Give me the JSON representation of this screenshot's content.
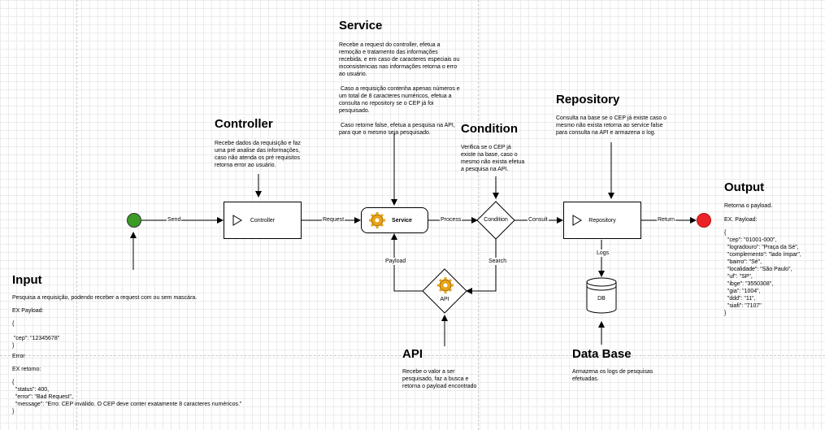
{
  "sections": {
    "service": {
      "title": "Service",
      "description": "Recebe a request do controller, efetua a remoção e tratamento das informações recebida, e em caso de caracteres especiais ou inconsistencias nas informações retorna o erro ao usuário.\n\n Caso a requisição contenha apenas números e um total de 8 caracteres numéricos, efetua a consulta no repository se o CEP já foi pesquisado.\n\n Caso retorne false, efetua a pesquisa na API, para que o mesmo seja pesquisado."
    },
    "controller": {
      "title": "Controller",
      "description": "Recebe dados da requisição e faz uma pré analise das informações, caso não atenda os pré requisitos retorna error ao usuário."
    },
    "condition": {
      "title": "Condition",
      "description": "Verifica se o CEP já existe na base, caso o mesmo não exista efetua a pesquisa na API."
    },
    "repository": {
      "title": "Repository",
      "description": "Consulta na base se o CEP já existe caso o mesmo não exista retorna ao service false para consulta na API e armazena o log."
    },
    "output": {
      "title": "Output",
      "description": "Retorna o payload.",
      "example_label": "EX. Payload:",
      "payload": "{\n  \"cep\": \"01001-000\",\n  \"logradouro\": \"Praça da Sé\",\n  \"complemento\": \"lado ímpar\",\n  \"bairro\": \"Sé\",\n  \"localidade\": \"São Paulo\",\n  \"uf\": \"SP\",\n  \"ibge\": \"3550308\",\n  \"gia\": \"1004\",\n  \"ddd\": \"11\",\n  \"siafi\": \"7107\"\n}"
    },
    "input": {
      "title": "Input",
      "description": "Pesquisa a requisição, podendo receber a request com ou sem mascára.",
      "example_label": "EX Payload:",
      "payload": "{\n\n \"cep\": \"12345678\"\n}",
      "error_label": "Error",
      "return_label": "EX retorno:",
      "error_payload": "{\n  \"status\": 400,\n  \"error\": \"Bad Request\",\n  \"message\": \"Erro: CEP inválido. O CEP deve conter exatamente 8 caracteres numéricos.\"\n}"
    },
    "api": {
      "title": "API",
      "description": "Recebe o valor a ser pesquisado, faz a busca e retorna o payload encontrado"
    },
    "database": {
      "title": "Data Base",
      "description": "Armazena os logs de pesquisas efetuadas."
    }
  },
  "nodes": {
    "controller": "Controller",
    "service": "Service",
    "condition": "Condition",
    "repository": "Repository",
    "api": "API",
    "db": "DB"
  },
  "edges": {
    "send": "Send",
    "request": "Request",
    "process": "Process",
    "consult": "Consult",
    "return": "Return",
    "payload": "Payload",
    "search": "Search",
    "logs": "Logs"
  },
  "colors": {
    "start": "#3c9b25",
    "end": "#ec2227",
    "gear": "#e8a317"
  }
}
